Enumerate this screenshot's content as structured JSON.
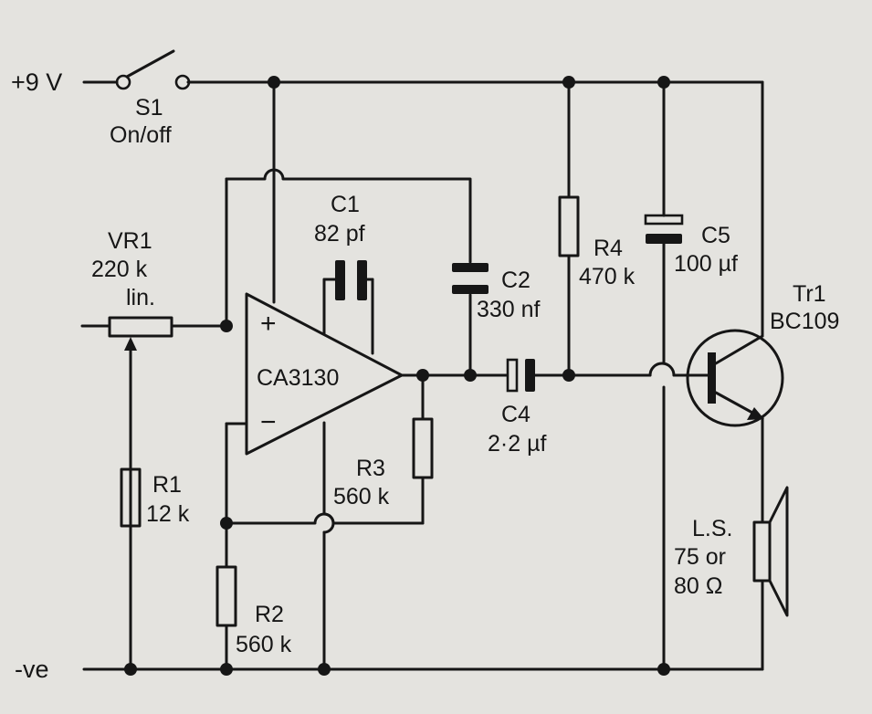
{
  "labels": {
    "supply": "+9 V",
    "ground": "-ve",
    "s1_ref": "S1",
    "s1_desc": "On/off",
    "vr1_ref": "VR1",
    "vr1_value": "220 k",
    "vr1_law": "lin.",
    "c1_ref": "C1",
    "c1_value": "82 pf",
    "c2_ref": "C2",
    "c2_value": "330 nf",
    "r4_ref": "R4",
    "r4_value": "470 k",
    "c5_ref": "C5",
    "c5_value": "100 µf",
    "tr1_ref": "Tr1",
    "tr1_part": "BC109",
    "ic_part": "CA3130",
    "opamp_plus": "+",
    "opamp_minus": "−",
    "c4_ref": "C4",
    "c4_value": "2·2 µf",
    "r3_ref": "R3",
    "r3_value": "560 k",
    "r1_ref": "R1",
    "r1_value": "12 k",
    "r2_ref": "R2",
    "r2_value": "560 k",
    "ls_ref": "L.S.",
    "ls_value_line1": "75 or",
    "ls_value_line2": "80 Ω"
  }
}
